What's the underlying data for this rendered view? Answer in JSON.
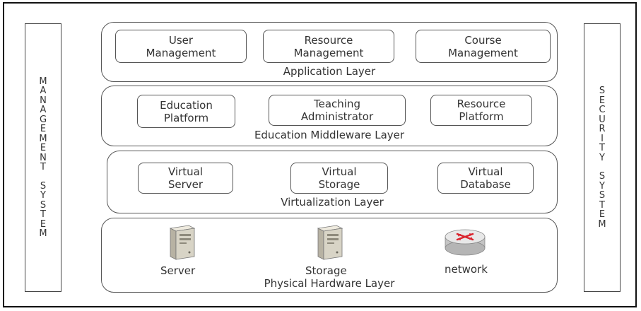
{
  "side_panels": {
    "management": {
      "letters": [
        "M",
        "A",
        "N",
        "A",
        "G",
        "E",
        "M",
        "E",
        "N",
        "T",
        "",
        "S",
        "Y",
        "S",
        "T",
        "E",
        "M"
      ]
    },
    "security": {
      "letters": [
        "S",
        "E",
        "C",
        "U",
        "R",
        "I",
        "T",
        "Y",
        "",
        "S",
        "Y",
        "S",
        "T",
        "E",
        "M"
      ]
    }
  },
  "layers": {
    "application": {
      "label": "Application  Layer",
      "boxes": [
        {
          "line1": "User",
          "line2": "Management"
        },
        {
          "line1": "Resource",
          "line2": "Management"
        },
        {
          "line1": "Course",
          "line2": "Management"
        }
      ]
    },
    "middleware": {
      "label": "Education Middleware Layer",
      "boxes": [
        {
          "line1": "Education",
          "line2": "Platform"
        },
        {
          "line1": "Teaching",
          "line2": "Administrator"
        },
        {
          "line1": "Resource",
          "line2": "Platform"
        }
      ]
    },
    "virtualization": {
      "label": "Virtualization Layer",
      "boxes": [
        {
          "line1": "Virtual",
          "line2": "Server"
        },
        {
          "line1": "Virtual",
          "line2": "Storage"
        },
        {
          "line1": "Virtual",
          "line2": "Database"
        }
      ]
    },
    "hardware": {
      "label": "Physical Hardware Layer",
      "items": [
        {
          "label": "Server",
          "icon": "server-icon"
        },
        {
          "label": "Storage",
          "icon": "storage-icon"
        },
        {
          "label": "network",
          "icon": "router-icon"
        }
      ]
    }
  },
  "colors": {
    "router_red": "#d9232d",
    "tower_body": "#d8d4c6",
    "tower_dark": "#8e8a7c"
  }
}
